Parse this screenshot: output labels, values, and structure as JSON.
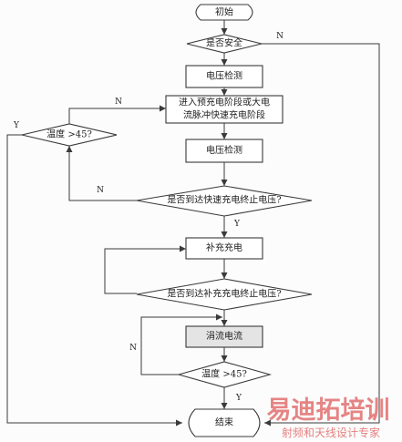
{
  "flowchart": {
    "start": "初始",
    "is_safe": "是否安全",
    "voltage_check_1": "电压检测",
    "enter_stage": [
      "进入预充电阶段或大电",
      "流脉冲快速充电阶段"
    ],
    "voltage_check_2": "电压检测",
    "temp_check_1": "温度 >45?",
    "reach_fast_voltage": "是否到达快速充电终止电压?",
    "supplement_charge": "补充充电",
    "reach_supplement_voltage": "是否到达补充充电终止电压?",
    "trickle_current": "涓流电流",
    "temp_check_2": "温度 >45?",
    "end": "结束"
  },
  "labels": {
    "safe_no": "N",
    "temp1_no": "N",
    "temp1_yes": "Y",
    "fast_no": "N",
    "fast_yes": "Y",
    "temp2_no": "N",
    "temp2_yes": "Y"
  },
  "watermark": {
    "brand": "易迪拓培训",
    "subtitle": "射频和天线设计专家"
  }
}
